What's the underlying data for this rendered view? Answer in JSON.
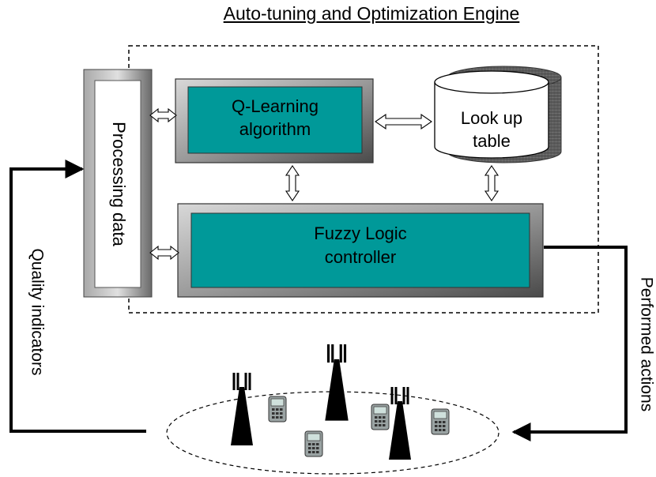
{
  "title": "Auto-tuning and Optimization Engine",
  "processing": "Processing data",
  "qlearning": {
    "line1": "Q-Learning",
    "line2": "algorithm"
  },
  "lookup": {
    "line1": "Look up",
    "line2": "table"
  },
  "fuzzy": {
    "line1": "Fuzzy Logic",
    "line2": "controller"
  },
  "quality_indicators": "Quality indicators",
  "performed_actions": "Performed actions",
  "colors": {
    "teal": "#009999",
    "gray_frame": "#8a8a8a",
    "dark_frame": "#555555"
  },
  "icons": [
    "cell-tower-icon",
    "mobile-phone-icon"
  ]
}
